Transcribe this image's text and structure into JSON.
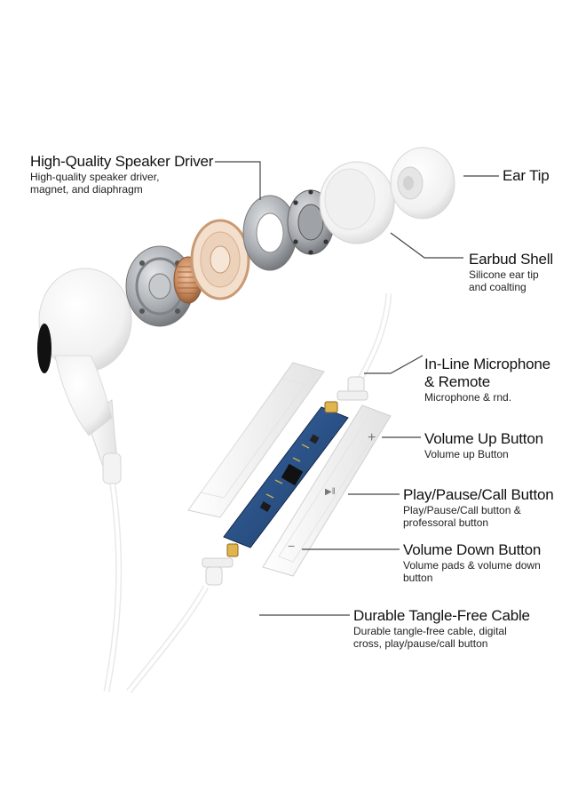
{
  "callouts": {
    "driver": {
      "title": "High-Quality Speaker Driver",
      "desc_line1": "High-quality speaker driver,",
      "desc_line2": "magnet, and diaphragm"
    },
    "ear_tip": {
      "title": "Ear Tip"
    },
    "shell": {
      "title": "Earbud Shell",
      "desc_line1": "Silicone ear tip",
      "desc_line2": "and coalting"
    },
    "microphone": {
      "title_line1": "In-Line Microphone",
      "title_line2": "& Remote",
      "desc_line1": "Microphone & rnd."
    },
    "volume_up": {
      "title": "Volume Up Button",
      "desc_line1": "Volume up Button"
    },
    "play_pause": {
      "title": "Play/Pause/Call Button",
      "desc_line1": "Play/Pause/Call button &",
      "desc_line2": "professoral button"
    },
    "volume_down": {
      "title": "Volume Down Button",
      "desc_line1": "Volume pads & volume down",
      "desc_line2": "button"
    },
    "cable": {
      "title": "Durable Tangle-Free Cable",
      "desc_line1": "Durable tangle-free cable, digital",
      "desc_line2": "cross, play/pause/call button"
    }
  },
  "remote_marks": {
    "plus": "+",
    "play": "▶‖",
    "minus": "−"
  },
  "colors": {
    "pcb": "#25477a",
    "copper": "#c98a5e",
    "steel": "#a9adb2",
    "white_plastic": "#f7f7f7"
  }
}
